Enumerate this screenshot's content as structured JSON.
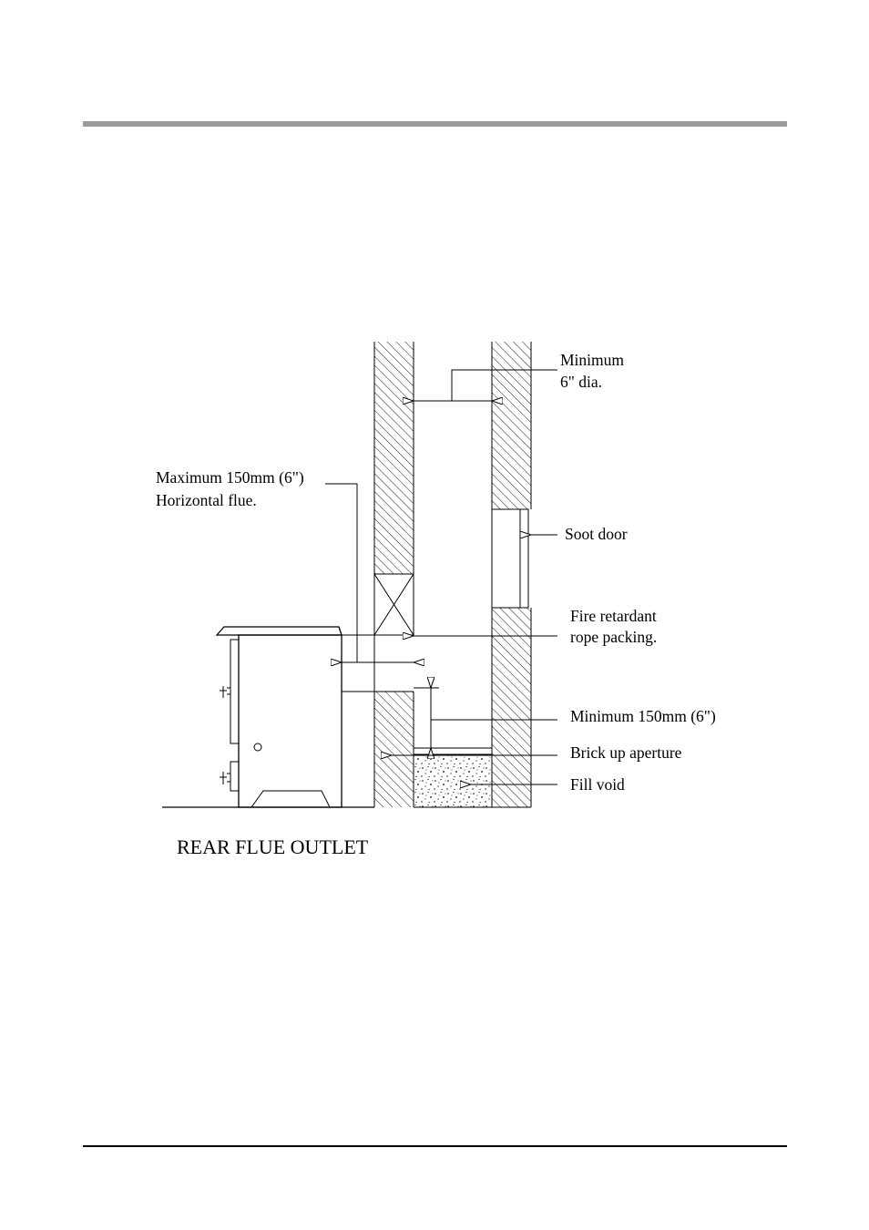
{
  "diagram": {
    "caption": "REAR FLUE OUTLET",
    "labels": {
      "min_dia_line1": "Minimum",
      "min_dia_line2": "6\" dia.",
      "max_flue_line1": "Maximum 150mm (6\")",
      "max_flue_line2": "Horizontal flue.",
      "soot_door": "Soot door",
      "rope_line1": "Fire retardant",
      "rope_line2": "rope packing.",
      "min_150": "Minimum 150mm (6\")",
      "brick_up": "Brick up aperture",
      "fill_void": "Fill void"
    }
  }
}
